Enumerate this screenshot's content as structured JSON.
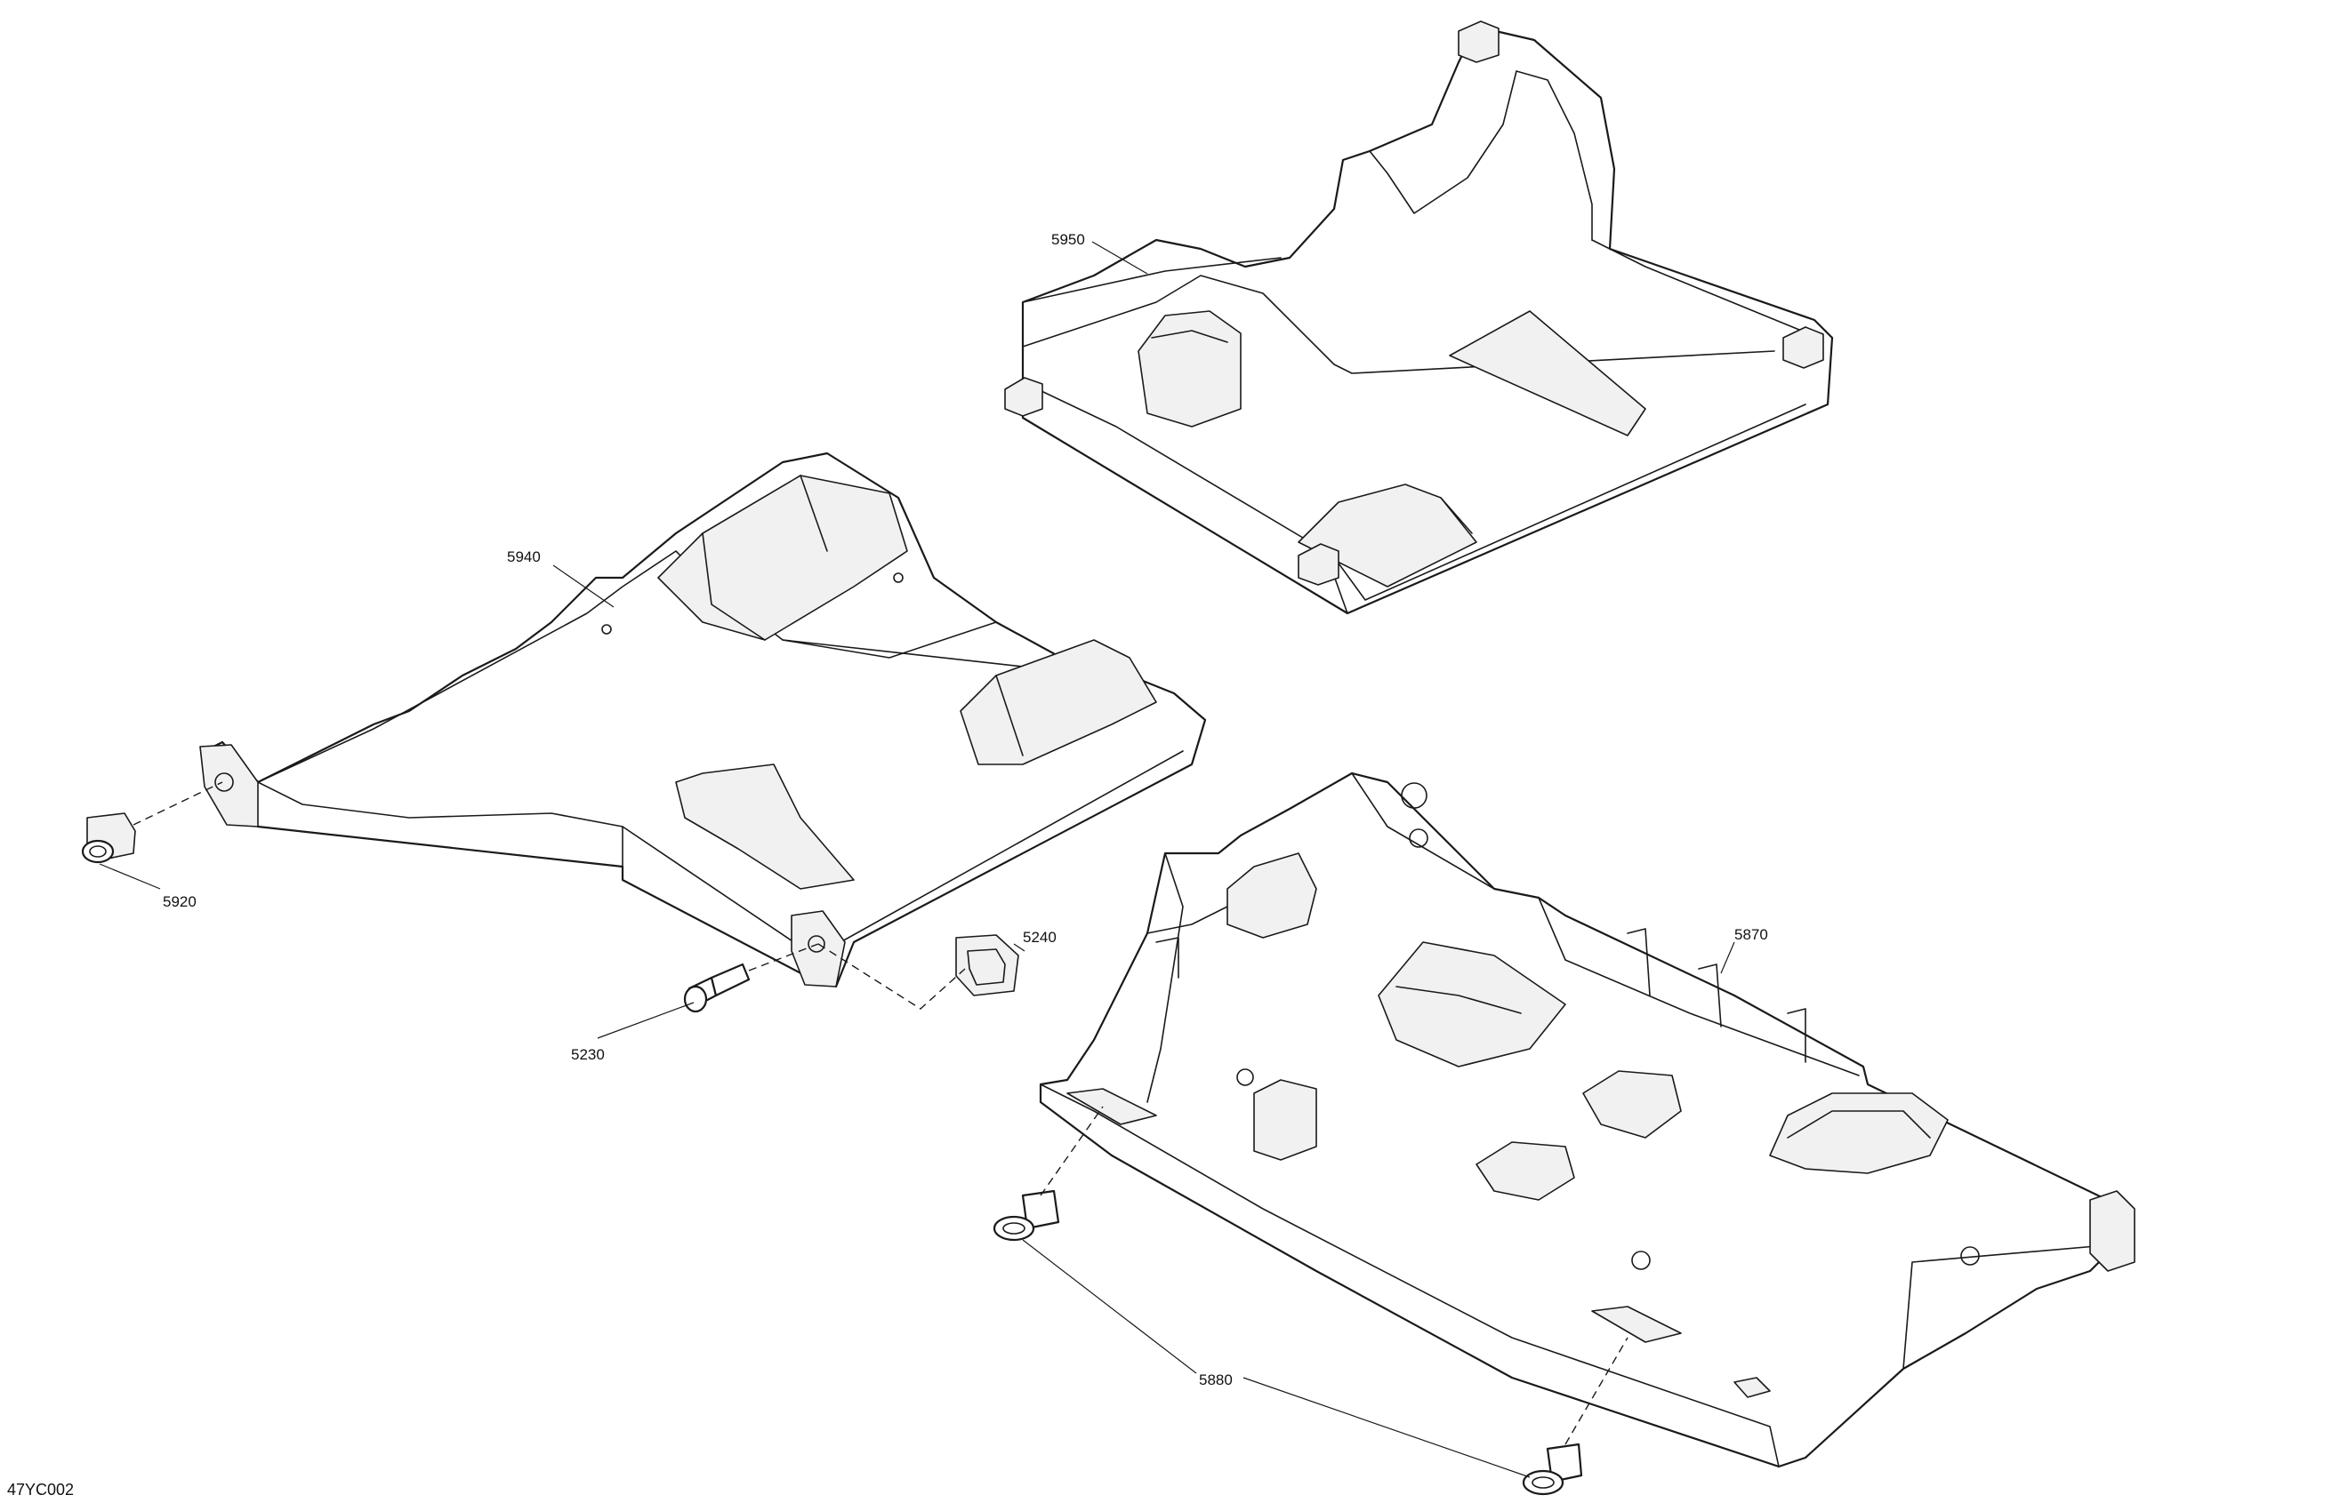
{
  "diagram": {
    "figure_code": "47YC002",
    "callouts": {
      "c5950": "5950",
      "c5940": "5940",
      "c5920": "5920",
      "c5240": "5240",
      "c5230": "5230",
      "c5870": "5870",
      "c5880": "5880"
    }
  }
}
